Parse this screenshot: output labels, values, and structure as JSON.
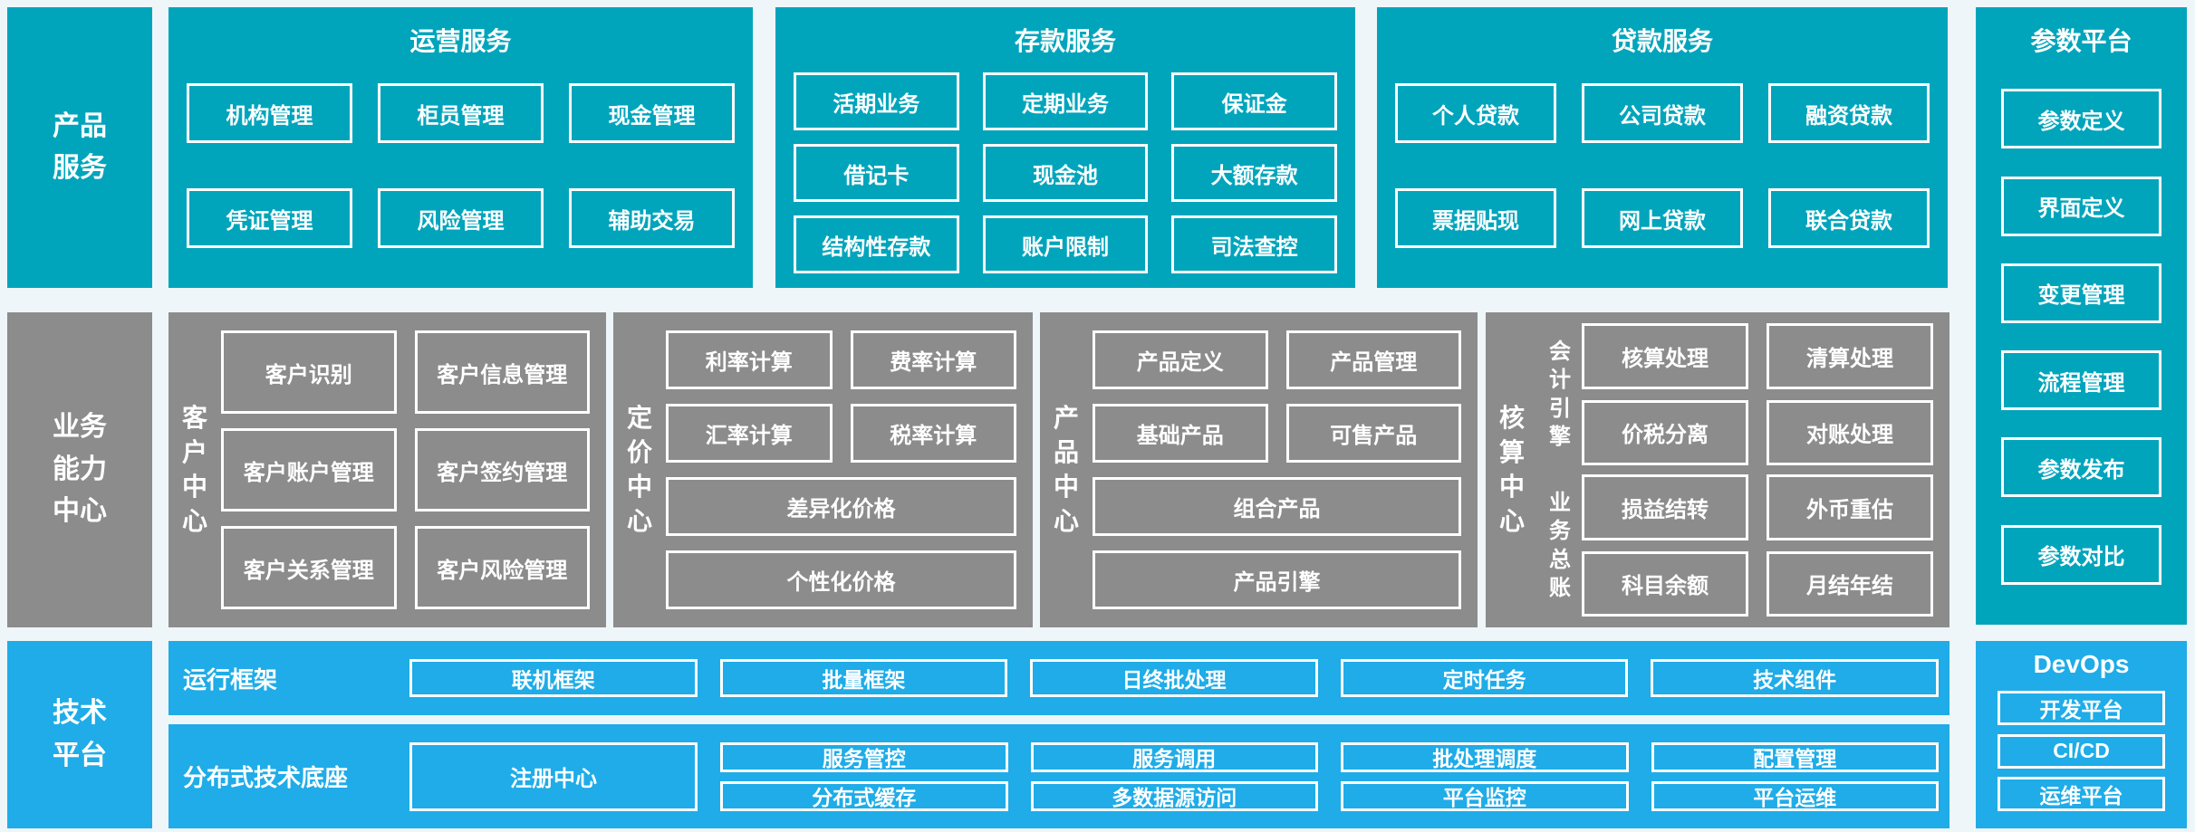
{
  "palette": {
    "teal": "#00a5bc",
    "gray": "#8c8c8c",
    "blue": "#1face8",
    "bg": "#eef6f9"
  },
  "left_rails": {
    "product": "产品\n服务",
    "business": "业务\n能力\n中心",
    "tech": "技术\n平台"
  },
  "top": {
    "operations": {
      "title": "运营服务",
      "boxes": [
        "机构管理",
        "柜员管理",
        "现金管理",
        "凭证管理",
        "风险管理",
        "辅助交易"
      ]
    },
    "deposit": {
      "title": "存款服务",
      "boxes": [
        "活期业务",
        "定期业务",
        "保证金",
        "借记卡",
        "现金池",
        "大额存款",
        "结构性存款",
        "账户限制",
        "司法查控"
      ]
    },
    "loan": {
      "title": "贷款服务",
      "boxes": [
        "个人贷款",
        "公司贷款",
        "融资贷款",
        "票据贴现",
        "网上贷款",
        "联合贷款"
      ]
    },
    "params": {
      "title": "参数平台",
      "boxes": [
        "参数定义",
        "界面定义",
        "变更管理",
        "流程管理",
        "参数发布",
        "参数对比"
      ]
    }
  },
  "middle": {
    "customer": {
      "label": "客\n户\n中\n心",
      "boxes": [
        "客户识别",
        "客户信息管理",
        "客户账户管理",
        "客户签约管理",
        "客户关系管理",
        "客户风险管理"
      ]
    },
    "pricing": {
      "label": "定\n价\n中\n心",
      "boxes": [
        "利率计算",
        "费率计算",
        "汇率计算",
        "税率计算"
      ],
      "wide": [
        "差异化价格",
        "个性化价格"
      ]
    },
    "product": {
      "label": "产\n品\n中\n心",
      "boxes": [
        "产品定义",
        "产品管理",
        "基础产品",
        "可售产品"
      ],
      "wide": [
        "组合产品",
        "产品引擎"
      ]
    },
    "accounting": {
      "label": "核\n算\n中\n心",
      "groups": [
        {
          "label": "会\n计\n引\n擎",
          "boxes": [
            "核算处理",
            "清算处理",
            "价税分离",
            "对账处理"
          ]
        },
        {
          "label": "业\n务\n总\n账",
          "boxes": [
            "损益结转",
            "外币重估",
            "科目余额",
            "月结年结"
          ]
        }
      ]
    }
  },
  "bottom": {
    "runtime": {
      "label": "运行框架",
      "boxes": [
        "联机框架",
        "批量框架",
        "日终批处理",
        "定时任务",
        "技术组件"
      ]
    },
    "distributed": {
      "label": "分布式技术底座",
      "registry": "注册中心",
      "row1": [
        "服务管控",
        "服务调用",
        "批处理调度",
        "配置管理"
      ],
      "row2": [
        "分布式缓存",
        "多数据源访问",
        "平台监控",
        "平台运维"
      ]
    },
    "devops": {
      "title": "DevOps",
      "boxes": [
        "开发平台",
        "CI/CD",
        "运维平台"
      ]
    }
  }
}
